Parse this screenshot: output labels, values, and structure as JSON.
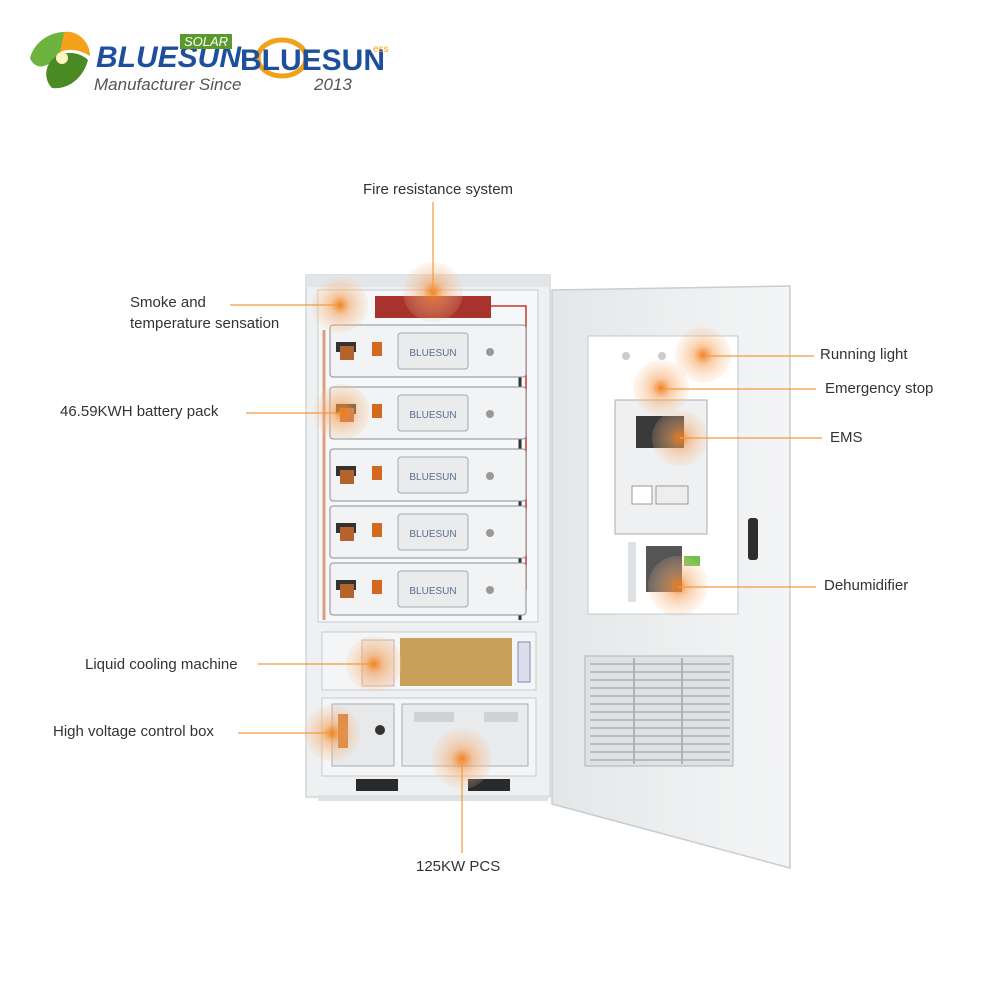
{
  "header": {
    "logo1": {
      "brand": "BLUESUN",
      "badge": "SOLAR",
      "tagline": "Manufacturer Since"
    },
    "logo2": {
      "brand": "BLUESUN",
      "superscript": "ess",
      "tagline": "2013"
    }
  },
  "labels": {
    "fire_resistance": "Fire resistance system",
    "smoke_temp": [
      "Smoke and",
      "temperature sensation"
    ],
    "battery_pack": "46.59KWH battery pack",
    "liquid_cooling": "Liquid cooling machine",
    "hv_control": "High voltage control box",
    "pcs": "125KW PCS",
    "running_light": "Running light",
    "emergency_stop": "Emergency stop",
    "ems": "EMS",
    "dehumidifier": "Dehumidifier"
  },
  "module_logo": "BLUESUN",
  "colors": {
    "callout": "#f29a3a",
    "brand_blue": "#1e4f9c",
    "brand_orange": "#f2a21a",
    "brand_green": "#5a9a2a",
    "cabinet": "#eef0f1"
  }
}
